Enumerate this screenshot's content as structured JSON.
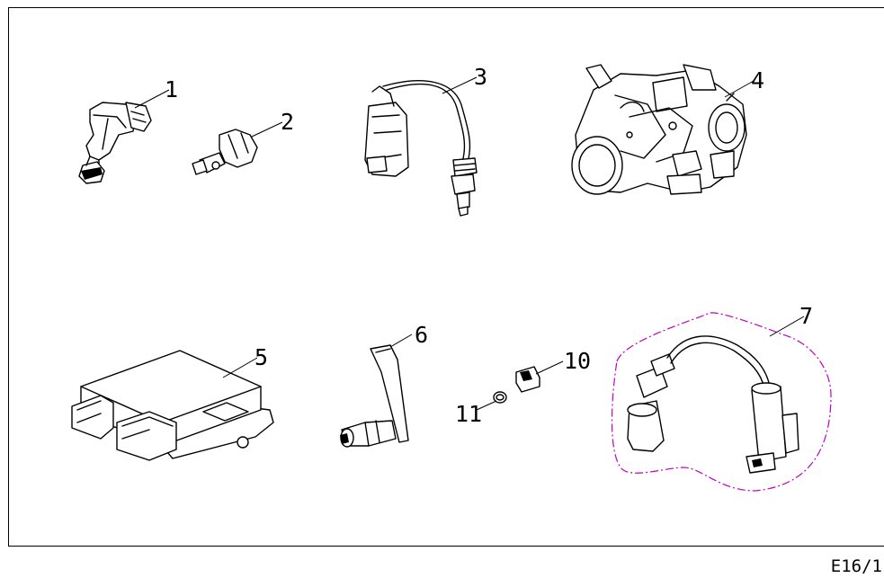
{
  "diagram": {
    "page_ref": "E16/1",
    "callouts": [
      {
        "id": "1",
        "label": "1"
      },
      {
        "id": "2",
        "label": "2"
      },
      {
        "id": "3",
        "label": "3"
      },
      {
        "id": "4",
        "label": "4"
      },
      {
        "id": "5",
        "label": "5"
      },
      {
        "id": "6",
        "label": "6"
      },
      {
        "id": "7",
        "label": "7"
      },
      {
        "id": "10",
        "label": "10"
      },
      {
        "id": "11",
        "label": "11"
      }
    ],
    "colors": {
      "line": "#000000",
      "assembly_outline": "#c000c0"
    }
  }
}
